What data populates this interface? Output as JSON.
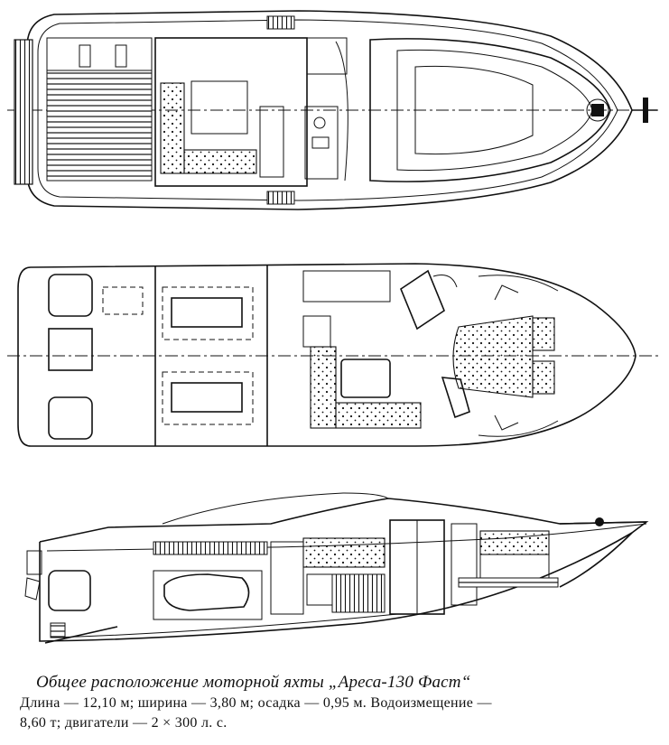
{
  "caption": {
    "title": "Общее расположение моторной яхты „Ареса-130 Фаст“",
    "specs_line1": "Длина — 12,10 м; ширина — 3,80 м; осадка — 0,95 м. Водоизмещение —",
    "specs_line2": "8,60 т; двигатели — 2 × 300 л. с."
  }
}
